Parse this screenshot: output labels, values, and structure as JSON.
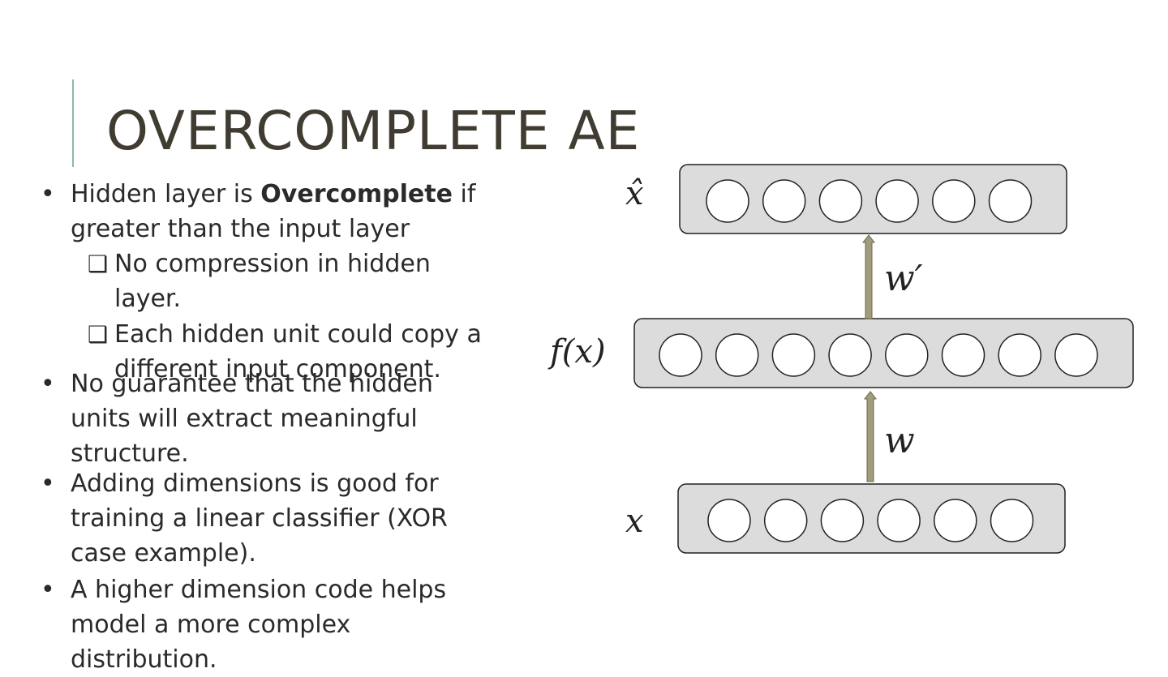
{
  "slide": {
    "title": "OVERCOMPLETE AE",
    "bullets": [
      {
        "pre": "Hidden layer is ",
        "bold": "Overcomplete",
        "post": " if greater than the input layer"
      },
      {
        "text": "No guarantee that the hidden units will extract meaningful structure."
      },
      {
        "text": "Adding dimensions is good for training a linear classifier (XOR case example)."
      },
      {
        "text": "A higher dimension code helps model a more complex distribution."
      }
    ],
    "sub_bullets": [
      {
        "text": "No compression in hidden layer."
      },
      {
        "text": "Each hidden unit could copy a different input component."
      }
    ]
  },
  "diagram": {
    "layers": [
      {
        "label": "x̂",
        "units": 6
      },
      {
        "label": "f(x)",
        "units": 8
      },
      {
        "label": "x",
        "units": 6
      }
    ],
    "weights": [
      {
        "label": "w′"
      },
      {
        "label": "w"
      }
    ],
    "colors": {
      "box_fill": "#dcdcdc",
      "arrow_fill": "#a09c7c",
      "stroke": "#222222"
    }
  }
}
